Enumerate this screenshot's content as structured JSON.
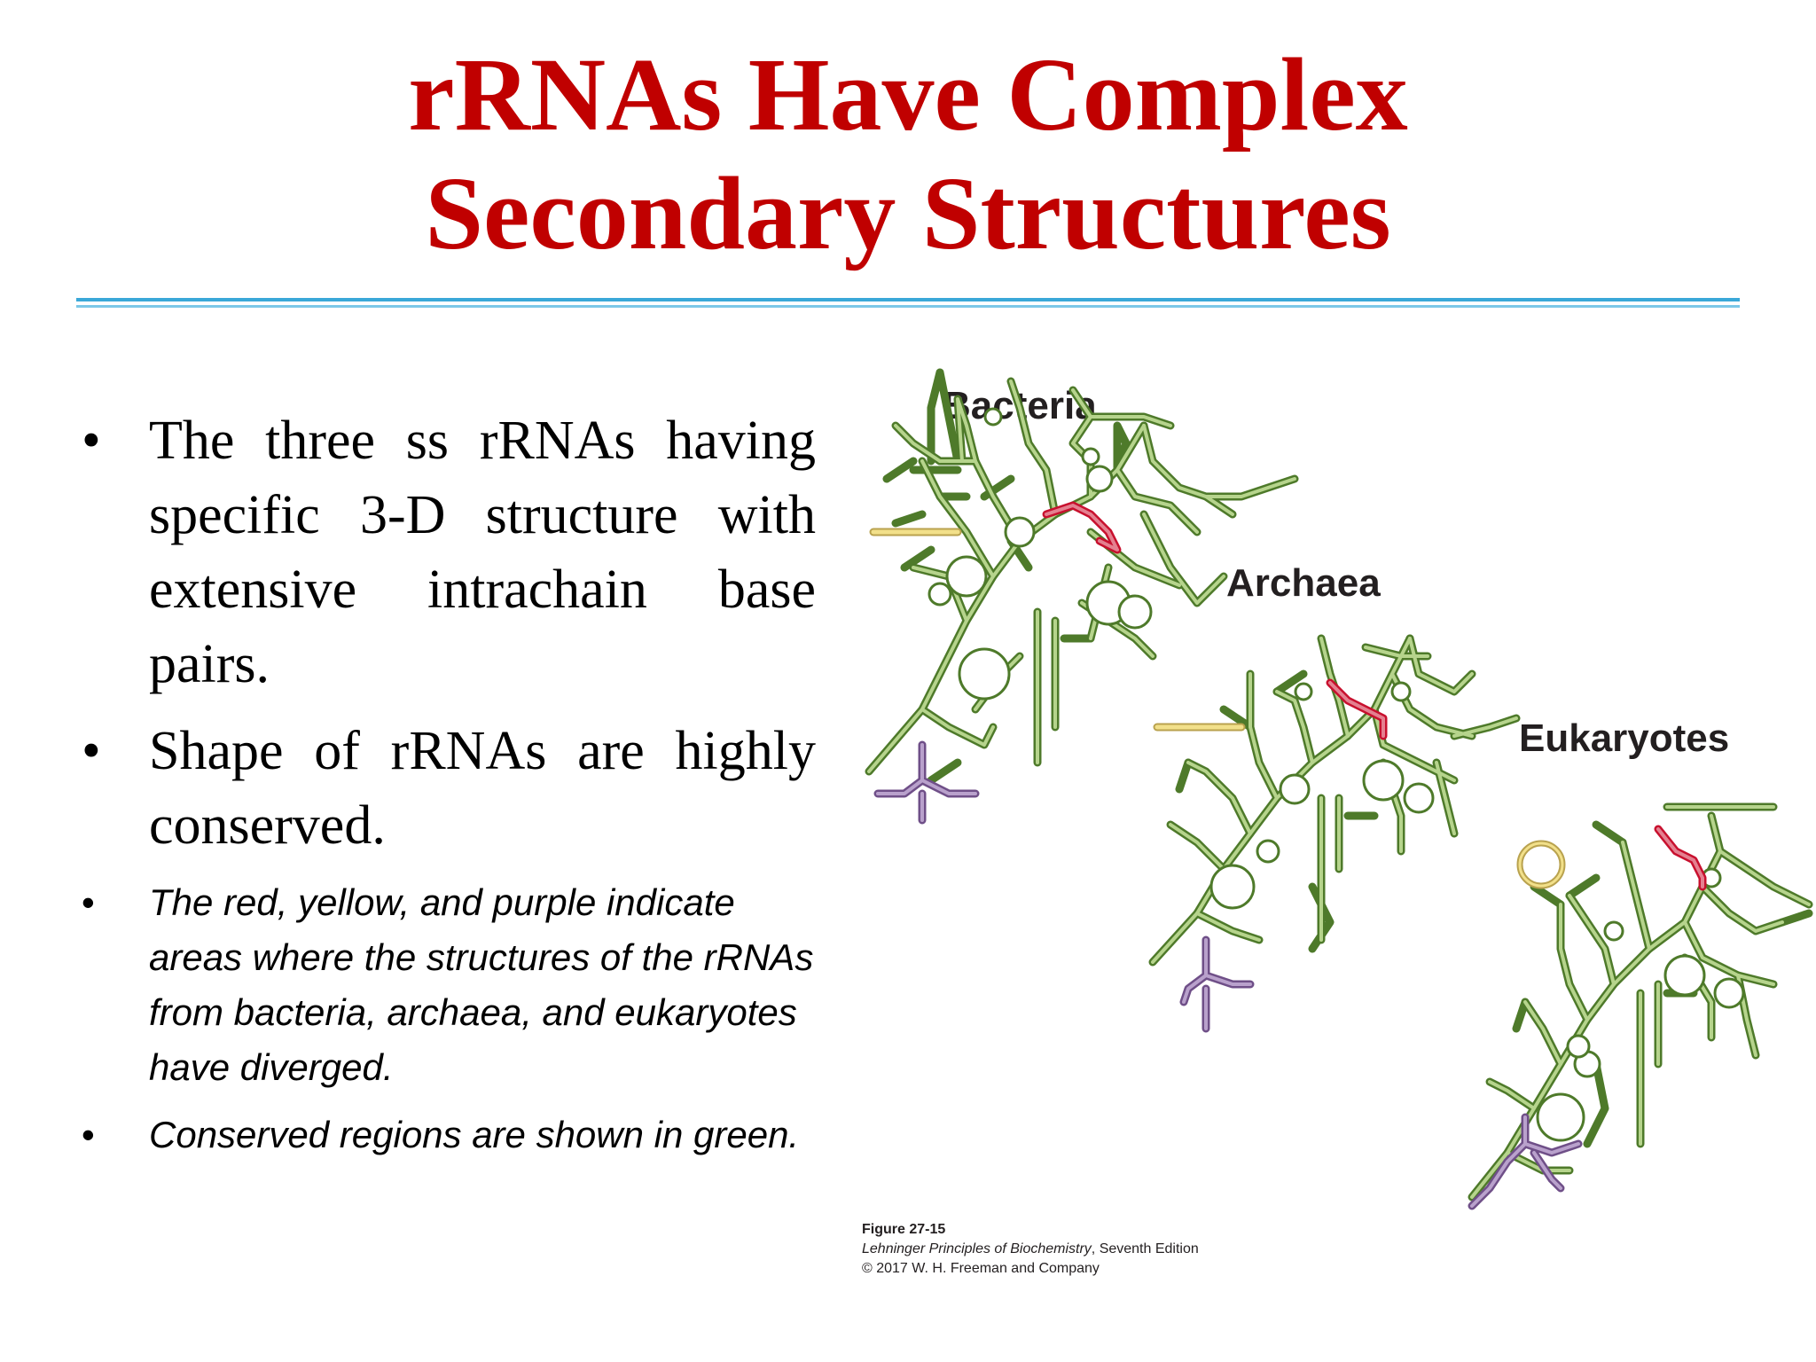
{
  "slide": {
    "title_line1": "rRNAs Have Complex",
    "title_line2": "Secondary Structures",
    "bullets": [
      "The three ss rRNAs having specific 3-D structure with extensive  intrachain base pairs.",
      "Shape of rRNAs are highly conserved.",
      "The red, yellow, and purple indicate areas where the structures of the rRNAs from bacteria, archaea, and eukaryotes have diverged.",
      "Conserved regions are shown in green."
    ],
    "bullet_symbol": "•"
  },
  "figure": {
    "labels": {
      "bacteria": "Bacteria",
      "archaea": "Archaea",
      "eukaryotes": "Eukaryotes"
    },
    "caption": {
      "figure_number": "Figure 27-15",
      "book_title": "Lehninger Principles of Biochemistry",
      "edition": ", Seventh Edition",
      "copyright": "© 2017 W. H. Freeman and Company"
    },
    "colors": {
      "conserved": "#8db85a",
      "conserved_outline": "#4e7a2a",
      "red": "#c8102e",
      "yellow": "#f2e08a",
      "purple": "#9a7bb0"
    }
  },
  "theme": {
    "title_color": "#c00000",
    "rule_color": "#3aa8d8"
  }
}
